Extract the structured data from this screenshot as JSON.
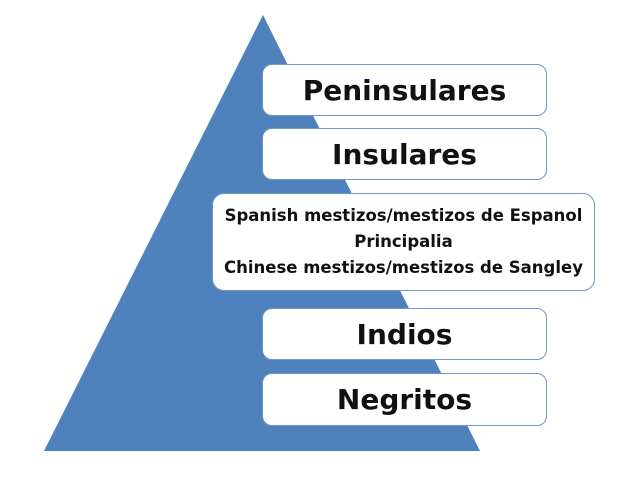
{
  "diagram": {
    "colors": {
      "triangle_fill": "#4f81bd",
      "box_fill": "#ffffff",
      "box_border": "#6f95c8",
      "text": "#111111"
    },
    "tiers": [
      {
        "label": "Peninsulares"
      },
      {
        "label": "Insulares"
      },
      {
        "lines": [
          "Spanish mestizos/mestizos de Espanol",
          "Principalia",
          "Chinese mestizos/mestizos de Sangley"
        ]
      },
      {
        "label": "Indios"
      },
      {
        "label": "Negritos"
      }
    ]
  }
}
